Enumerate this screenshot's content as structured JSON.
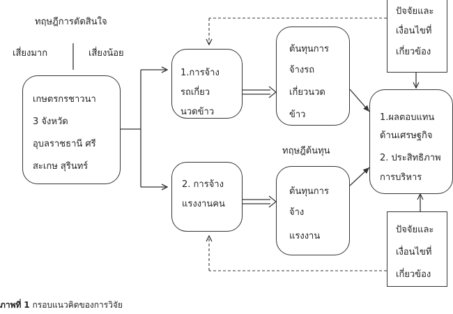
{
  "theory_decision": "ทฤษฎีการตัดสินใจ",
  "risk_high": "เสี่ยงมาก",
  "risk_low": "เสี่ยงน้อย",
  "farmers_box": [
    "เกษตรกรชาวนา",
    "3 จังหวัด",
    "อุบลราชธานี ศรี",
    "สะเกษ สุรินทร์"
  ],
  "hire_harvester_box": [
    "1.การจ้าง",
    "รถเกี่ยว",
    "นวดข้าว"
  ],
  "hire_labor_box": [
    "2. การจ้าง",
    "แรงงานคน"
  ],
  "cost_harvester_box": [
    "ต้นทุนการ",
    "จ้างรถ",
    "เกี่ยวนวด",
    "ข้าว"
  ],
  "cost_labor_box": [
    "ต้นทุนการ",
    "จ้าง",
    "แรงงาน"
  ],
  "theory_cost": "ทฤษฎีต้นทุน",
  "outcome_box": [
    "1.ผลตอบแทน",
    "ด้านเศรษฐกิจ",
    "2. ประสิทธิภาพ",
    "การบริหาร"
  ],
  "factors_top_box": [
    "ปัจจัยและ",
    "เงื่อนไขที่",
    "เกี่ยวข้อง"
  ],
  "factors_bottom_box": [
    "ปัจจัยและ",
    "เงื่อนไขที่",
    "เกี่ยวข้อง"
  ],
  "caption": {
    "bold": "ภาพที่",
    "number": "1",
    "text": "กรอบแนวคิดของการวิจัย"
  }
}
